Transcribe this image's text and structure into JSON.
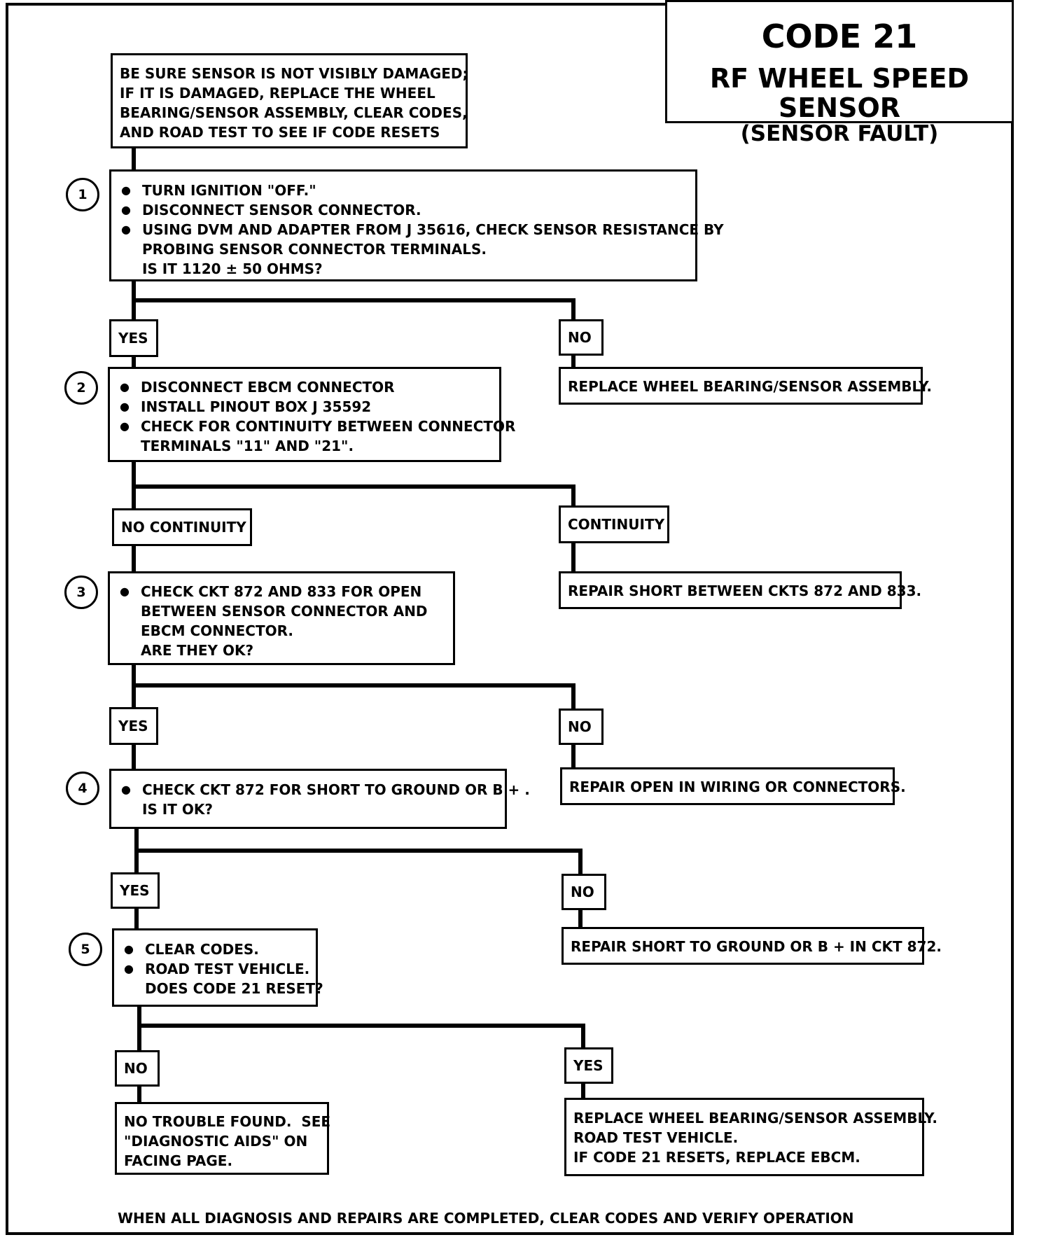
{
  "title": {
    "code": "CODE 21",
    "name": "RF WHEEL SPEED SENSOR",
    "sub": "(SENSOR FAULT)"
  },
  "intro": "BE SURE SENSOR IS NOT VISIBLY DAMAGED;\nIF IT IS DAMAGED, REPLACE THE WHEEL\nBEARING/SENSOR ASSEMBLY, CLEAR CODES,\nAND ROAD TEST TO SEE IF CODE RESETS",
  "steps": {
    "s1": {
      "num": "1",
      "items": [
        "TURN IGNITION \"OFF.\"",
        "DISCONNECT SENSOR CONNECTOR.",
        "USING DVM AND ADAPTER FROM J 35616, CHECK SENSOR RESISTANCE BY"
      ],
      "cont": "PROBING SENSOR CONNECTOR TERMINALS.\nIS IT 1120 ± 50 OHMS?"
    },
    "s2": {
      "num": "2",
      "items": [
        "DISCONNECT EBCM CONNECTOR",
        "INSTALL PINOUT BOX J 35592",
        "CHECK FOR CONTINUITY BETWEEN CONNECTOR"
      ],
      "cont": "TERMINALS \"11\" AND \"21\"."
    },
    "s3": {
      "num": "3",
      "items": [
        "CHECK CKT 872 AND 833 FOR OPEN"
      ],
      "cont": "BETWEEN SENSOR CONNECTOR AND\nEBCM CONNECTOR.\nARE THEY OK?"
    },
    "s4": {
      "num": "4",
      "items": [
        "CHECK CKT 872 FOR SHORT TO GROUND OR B + ."
      ],
      "cont": "IS IT OK?"
    },
    "s5": {
      "num": "5",
      "items": [
        "CLEAR CODES.",
        "ROAD TEST VEHICLE."
      ],
      "cont": "DOES CODE 21 RESET?"
    }
  },
  "labels": {
    "yes1": "YES",
    "no1": "NO",
    "nocont": "NO CONTINUITY",
    "cont": "CONTINUITY",
    "yes3": "YES",
    "no3": "NO",
    "yes4": "YES",
    "no4": "NO",
    "no5": "NO",
    "yes5": "YES"
  },
  "results": {
    "r1": "REPLACE WHEEL BEARING/SENSOR ASSEMBLY.",
    "r2": "REPAIR SHORT BETWEEN CKTS 872 AND 833.",
    "r3": "REPAIR OPEN IN WIRING OR CONNECTORS.",
    "r4": "REPAIR SHORT TO GROUND OR B + IN CKT 872.",
    "r5_no": "NO TROUBLE FOUND.  SEE\n\"DIAGNOSTIC AIDS\" ON\nFACING PAGE.",
    "r5_yes": "REPLACE WHEEL BEARING/SENSOR ASSEMBLY.\nROAD TEST VEHICLE.\nIF CODE 21 RESETS, REPLACE EBCM."
  },
  "footer": "WHEN ALL DIAGNOSIS AND REPAIRS ARE COMPLETED, CLEAR CODES AND VERIFY OPERATION"
}
